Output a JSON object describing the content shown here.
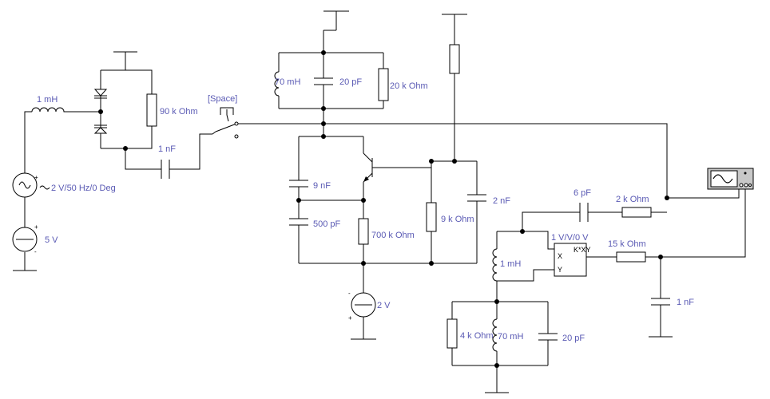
{
  "components": {
    "inductor_input": "1 mH",
    "ac_source": "2 V/50 Hz/0 Deg",
    "dc_source": "5 V",
    "resistor_bias": "90 k Ohm",
    "capacitor_coupling": "1 nF",
    "switch_key": "[Space]",
    "inductor_tank": "70 mH",
    "capacitor_tank": "20 pF",
    "resistor_tank": "20 k Ohm",
    "capacitor_base": "9 nF",
    "capacitor_emitter": "500 pF",
    "resistor_emitter": "700 k Ohm",
    "resistor_collector": "9 k Ohm",
    "capacitor_collector": "2 nF",
    "dc_source_emitter": "2 V",
    "capacitor_feedback": "6 pF",
    "resistor_feedback": "2 k Ohm",
    "multiplier": "1 V/V/0 V",
    "multiplier_out": "K*XY",
    "multiplier_x": "X",
    "multiplier_y": "Y",
    "inductor_mixer": "1 mH",
    "resistor_output": "15 k Ohm",
    "capacitor_output": "1 nF",
    "resistor_lower_tank": "4 k Ohm",
    "inductor_lower_tank": "70 mH",
    "capacitor_lower_tank": "20 pF"
  },
  "polarity": {
    "plus": "+",
    "minus": "-"
  }
}
